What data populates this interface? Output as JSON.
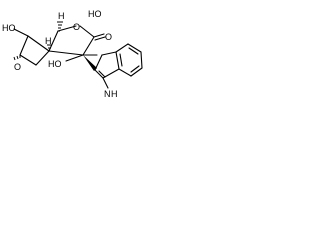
{
  "atom_labels": {
    "ho_top_left": "HO",
    "ho_right": "HO",
    "ho_lower": "HO",
    "ring_o_upper": "O",
    "ring_o_lower": "O",
    "carbonyl_o": "O",
    "nh_n": "N",
    "nh_h": "H"
  },
  "stereo_h": {
    "h_top": "H",
    "h_mid": "H"
  }
}
